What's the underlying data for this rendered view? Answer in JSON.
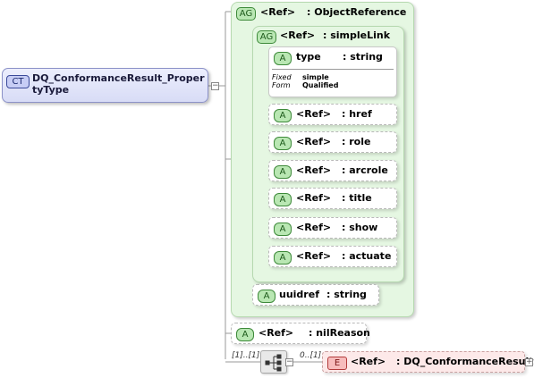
{
  "complex_type": {
    "badge": "CT",
    "name": "DQ_ConformanceResult_PropertyType"
  },
  "object_reference": {
    "badge": "AG",
    "ref": "<Ref>",
    "type": ": ObjectReference"
  },
  "simple_link": {
    "badge": "AG",
    "ref": "<Ref>",
    "type": ": simpleLink"
  },
  "type_attr": {
    "badge": "A",
    "name": "type",
    "type": ": string",
    "fixed_label": "Fixed",
    "fixed_value": "simple",
    "form_label": "Form",
    "form_value": "Qualified"
  },
  "link_attrs": [
    {
      "badge": "A",
      "ref": "<Ref>",
      "name": ": href"
    },
    {
      "badge": "A",
      "ref": "<Ref>",
      "name": ": role"
    },
    {
      "badge": "A",
      "ref": "<Ref>",
      "name": ": arcrole"
    },
    {
      "badge": "A",
      "ref": "<Ref>",
      "name": ": title"
    },
    {
      "badge": "A",
      "ref": "<Ref>",
      "name": ": show"
    },
    {
      "badge": "A",
      "ref": "<Ref>",
      "name": ": actuate"
    }
  ],
  "uuidref_attr": {
    "badge": "A",
    "name": "uuidref",
    "type": ": string"
  },
  "nil_reason_attr": {
    "badge": "A",
    "ref": "<Ref>",
    "name": ": nilReason"
  },
  "sequence": {
    "cardinality": "[1]..[1]",
    "icon": "sequence-icon"
  },
  "element": {
    "badge": "E",
    "ref": "<Ref>",
    "name": ": DQ_ConformanceResult",
    "cardinality": "0..[1]"
  },
  "colors": {
    "group_fill": "#e5f7e2",
    "group_border": "#b6d9b0",
    "ct_fill": "#d8dcf6",
    "element_fill": "#fde9e9"
  }
}
